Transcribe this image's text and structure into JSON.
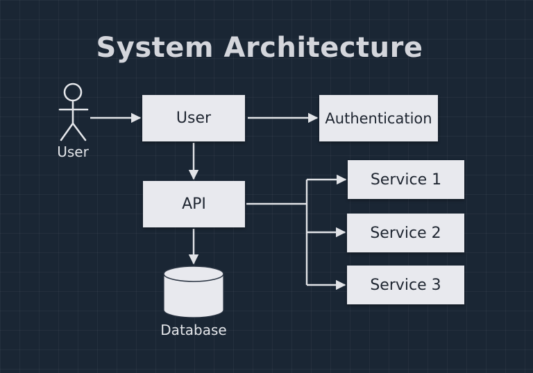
{
  "diagram": {
    "title": "System Architecture",
    "actor": {
      "label": "User",
      "icon": "stick-figure-icon"
    },
    "nodes": {
      "user": "User",
      "auth": "Authentication",
      "api": "API",
      "service1": "Service 1",
      "service2": "Service 2",
      "service3": "Service 3"
    },
    "database": {
      "label": "Database",
      "icon": "database-cylinder-icon"
    },
    "colors": {
      "background": "#1a2634",
      "box": "#e8e9ee",
      "text_dark": "#1e2530",
      "text_light": "#d4d6dc",
      "line": "#e2e4e8"
    }
  }
}
